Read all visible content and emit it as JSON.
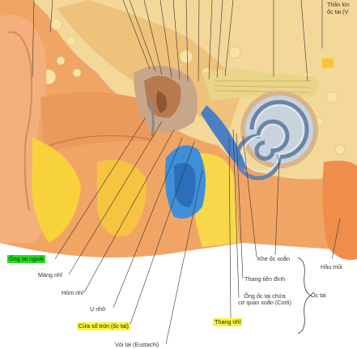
{
  "labels": {
    "than_kinh": "Thần kin",
    "oc_tai_v": "ốc tai (V",
    "ong_tai_ngoai": "Ống tai ngoài",
    "mang_nhi": "Màng nhĩ",
    "hom_nhi": "Hòm nhĩ",
    "u_nho": "Ụ nhô",
    "cua_so_tron": "Cửa sổ tròn (ốc tai)",
    "voi_tai": "Vòi tai (Eustachi)",
    "thang_nhi": "Thang nhĩ",
    "khe_oc_xoan": "Khe ốc xoắn",
    "thang_tien_dinh": "Thang tiền đình",
    "ong_oc_tai_line1": "Ống ốc tai chứa",
    "ong_oc_tai_line2": "cơ quan xoắn (Corti)",
    "oc_tai": "Ốc tai",
    "hau_mui": "Hầu mũi"
  },
  "colors": {
    "highlight_green": "#22e01a",
    "highlight_yellow": "#fbf53a"
  }
}
